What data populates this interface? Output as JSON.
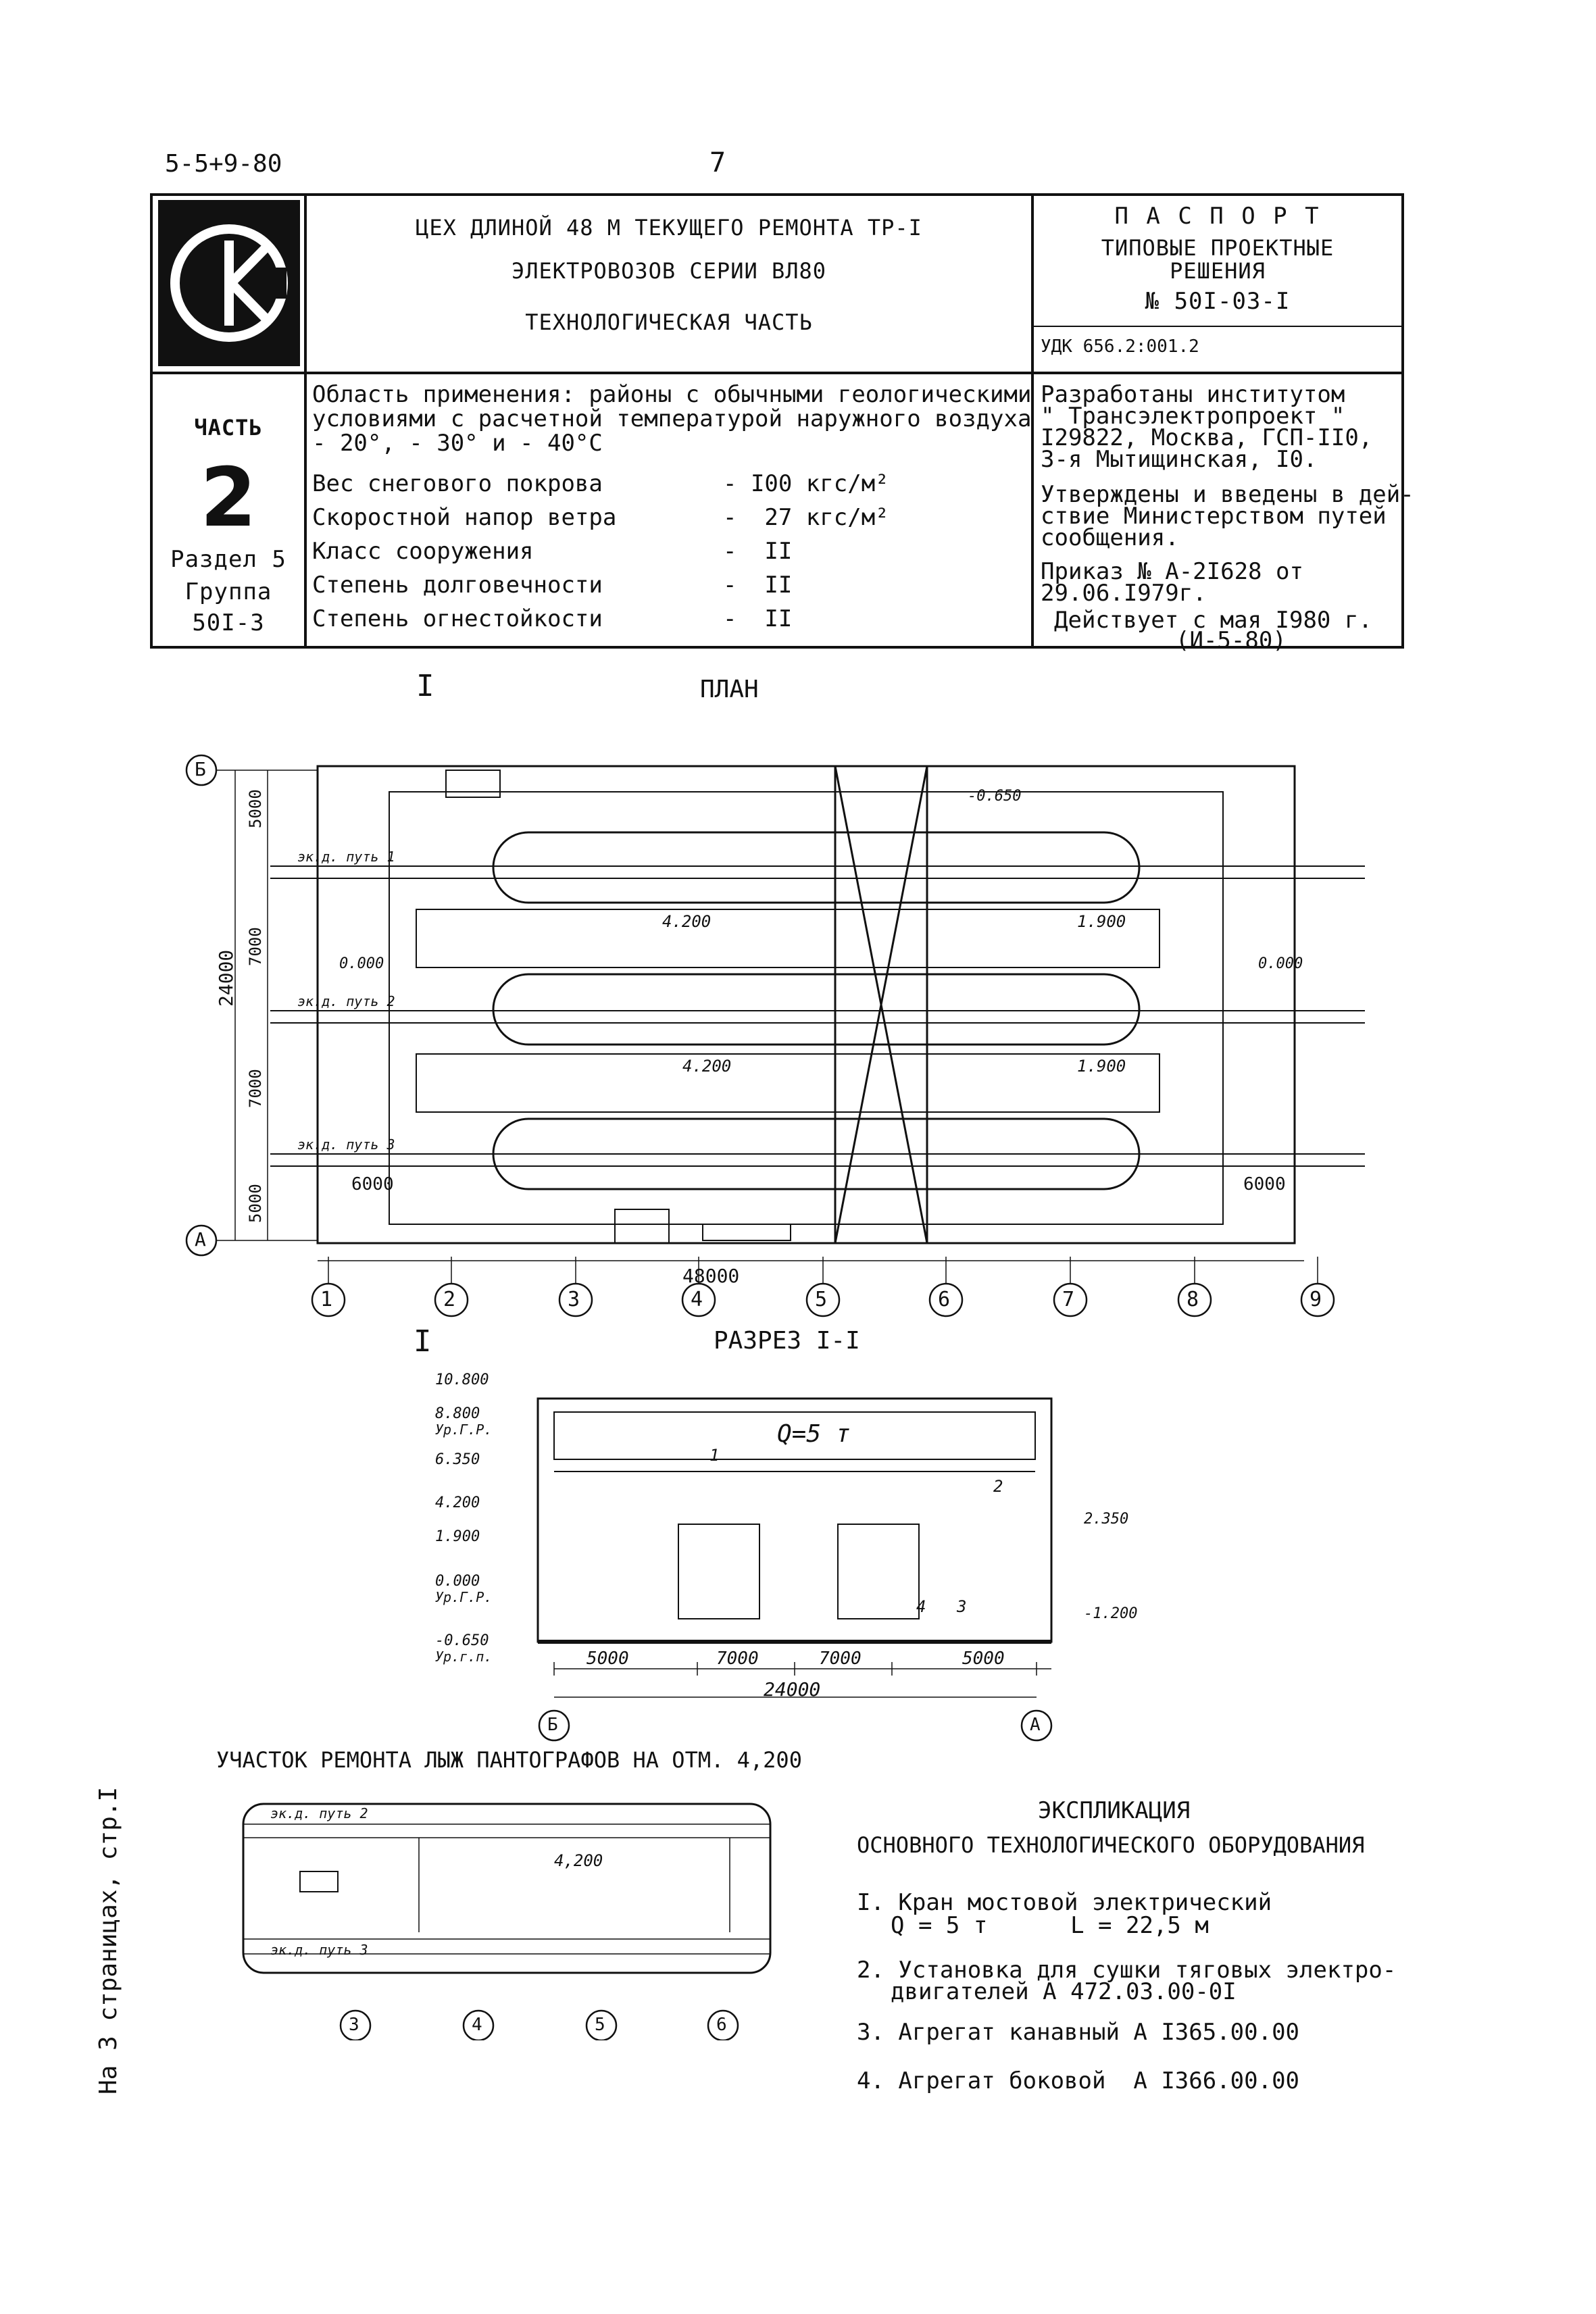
{
  "header": {
    "sheet_code": "5-5+9-80",
    "page_number": "7"
  },
  "title_block": {
    "logo_letters": "СК",
    "title_lines": [
      "ЦЕХ ДЛИНОЙ 48 М ТЕКУЩЕГО РЕМОНТА ТР-I",
      "ЭЛЕКТРОВОЗОВ СЕРИИ ВЛ80",
      "ТЕХНОЛОГИЧЕСКАЯ ЧАСТЬ"
    ],
    "passport": [
      "П А С П О Р Т",
      "ТИПОВЫЕ ПРОЕКТНЫЕ",
      "РЕШЕНИЯ",
      "№ 50I-03-I"
    ],
    "udk": "УДК 656.2:001.2",
    "part_label": "ЧАСТЬ",
    "part_number": "2",
    "section": "Раздел 5",
    "group_label": "Группа",
    "group_code": "50I-3",
    "application": [
      "Область применения: районы с обычными геологическими",
      "условиями с расчетной температурой наружного воздуха",
      "- 20°, - 30° и - 40°С"
    ],
    "params": [
      {
        "name": "Вес снегового покрова",
        "value": "- I00 кгс/м²"
      },
      {
        "name": "Скоростной напор ветра",
        "value": "-  27 кгс/м²"
      },
      {
        "name": "Класс сооружения",
        "value": "-  II"
      },
      {
        "name": "Степень долговечности",
        "value": "-  II"
      },
      {
        "name": "Степень огнестойкости",
        "value": "-  II"
      }
    ],
    "developer": [
      "Разработаны институтом",
      "\" Трансэлектропроект \"",
      "I29822, Москва, ГСП-II0,",
      "3-я Мытищинская, I0."
    ],
    "approval": [
      "Утверждены и введены в дей-",
      "ствие Министерством путей",
      "сообщения."
    ],
    "order": [
      "Приказ № А-2I628 от",
      "29.06.I979г."
    ],
    "effective": [
      "Действует с мая I980 г.",
      "(И-5-80)"
    ]
  },
  "plan": {
    "title": "ПЛАН",
    "section_mark": "I",
    "axes_letters": [
      "Б",
      "А"
    ],
    "axes_numbers": [
      "1",
      "2",
      "3",
      "4",
      "5",
      "6",
      "7",
      "8",
      "9"
    ],
    "dims_vertical": [
      "5000",
      "7000",
      "7000",
      "5000"
    ],
    "total_vertical": "24000",
    "total_horizontal": "48000",
    "dim_left": "6000",
    "dim_right": "6000",
    "track_labels": [
      "эк.д. путь 1",
      "эк.д. путь 2",
      "эк.д. путь 3"
    ],
    "elevations": [
      "-0.650",
      "4.200",
      "1.900",
      "0.000",
      "0.000",
      "4.200",
      "1.900"
    ]
  },
  "section": {
    "title": "РАЗРЕЗ I-I",
    "crane_label": "Q=5 т",
    "levels": [
      "10.800",
      "8.800",
      "Ур.Г.Р.",
      "6.350",
      "4.200",
      "1.900",
      "0.000",
      "Ур.Г.Р.",
      "-0.650",
      "Ур.г.п."
    ],
    "right_levels": [
      "2.350",
      "-1.200"
    ],
    "spans": [
      "5000",
      "7000",
      "7000",
      "5000"
    ],
    "total": "24000",
    "axes": [
      "Б",
      "А"
    ],
    "callouts": [
      "1",
      "2",
      "3",
      "4"
    ]
  },
  "repair_area": {
    "title": "УЧАСТОК РЕМОНТА ЛЫЖ ПАНТОГРАФОВ НА ОТМ. 4,200",
    "track_top": "эк.д. путь 2",
    "track_bottom": "эк.д. путь 3",
    "elevation": "4,200",
    "axes": [
      "3",
      "4",
      "5",
      "6"
    ]
  },
  "explication": {
    "title": "ЭКСПЛИКАЦИЯ",
    "subtitle": "ОСНОВНОГО ТЕХНОЛОГИЧЕСКОГО ОБОРУДОВАНИЯ",
    "items": [
      {
        "text": "I. Кран мостовой электрический",
        "sub": "Q = 5 т      L = 22,5 м"
      },
      {
        "text": "2. Установка для сушки тяговых электро-",
        "sub": "двигателей А 472.03.00-0I"
      },
      {
        "text": "3. Агрегат канавный А I365.00.00",
        "sub": ""
      },
      {
        "text": "4. Агрегат боковой  А I366.00.00",
        "sub": ""
      }
    ]
  },
  "side_note": "На 3 страницах, стр.I"
}
